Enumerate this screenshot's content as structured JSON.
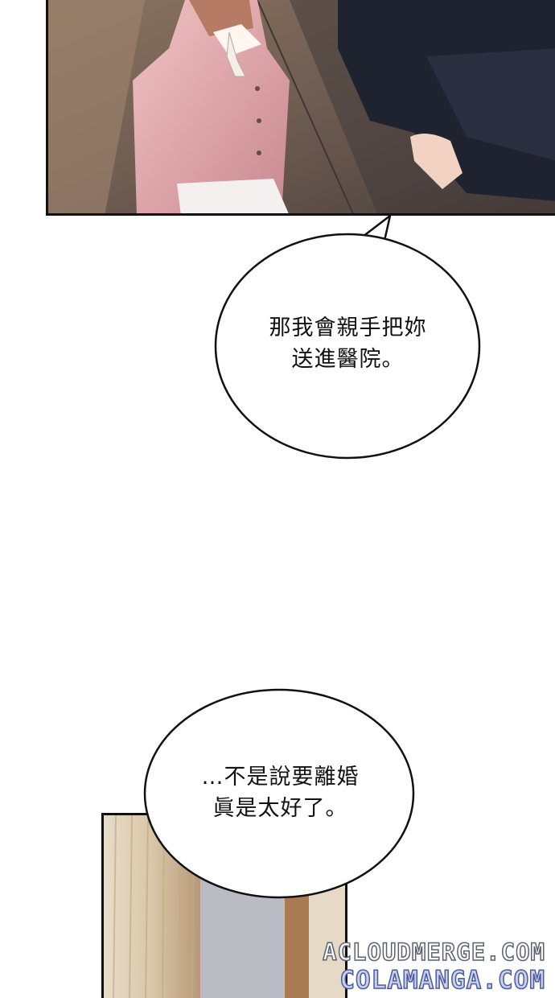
{
  "bubbles": [
    {
      "lines": [
        "那我會親手把妳",
        "送進醫院。"
      ]
    },
    {
      "lines": [
        "…不是說要離婚",
        "眞是太好了。"
      ]
    }
  ],
  "watermarks": [
    "ACLOUDMERGE.COM",
    "COLAMANGA.COM"
  ],
  "colors": {
    "panel_border": "#111111",
    "sweater": "#d9a0a6",
    "jacket": "#1f2330",
    "floor": "#5b4c44"
  }
}
